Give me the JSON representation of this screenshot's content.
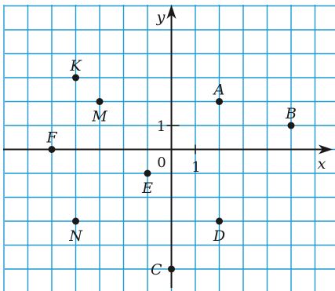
{
  "axes": {
    "x_name": "x",
    "y_name": "y",
    "origin_label": "0",
    "x_unit_label": "1",
    "y_unit_label": "1"
  },
  "grid": {
    "x_range": [
      -7,
      6
    ],
    "y_range": [
      -5,
      6
    ],
    "line_color": "#1a9ad6"
  },
  "points": [
    {
      "id": "K",
      "label": "K",
      "x": -4,
      "y": 3,
      "label_pos": "above"
    },
    {
      "id": "M",
      "label": "M",
      "x": -3,
      "y": 2,
      "label_pos": "below"
    },
    {
      "id": "A",
      "label": "A",
      "x": 2,
      "y": 2,
      "label_pos": "above"
    },
    {
      "id": "B",
      "label": "B",
      "x": 5,
      "y": 1,
      "label_pos": "above"
    },
    {
      "id": "F",
      "label": "F",
      "x": -5,
      "y": 0,
      "label_pos": "above"
    },
    {
      "id": "E",
      "label": "E",
      "x": -1,
      "y": -1,
      "label_pos": "below"
    },
    {
      "id": "N",
      "label": "N",
      "x": -4,
      "y": -3,
      "label_pos": "below"
    },
    {
      "id": "D",
      "label": "D",
      "x": 2,
      "y": -3,
      "label_pos": "below"
    },
    {
      "id": "C",
      "label": "C",
      "x": 0,
      "y": -5,
      "label_pos": "left"
    }
  ]
}
